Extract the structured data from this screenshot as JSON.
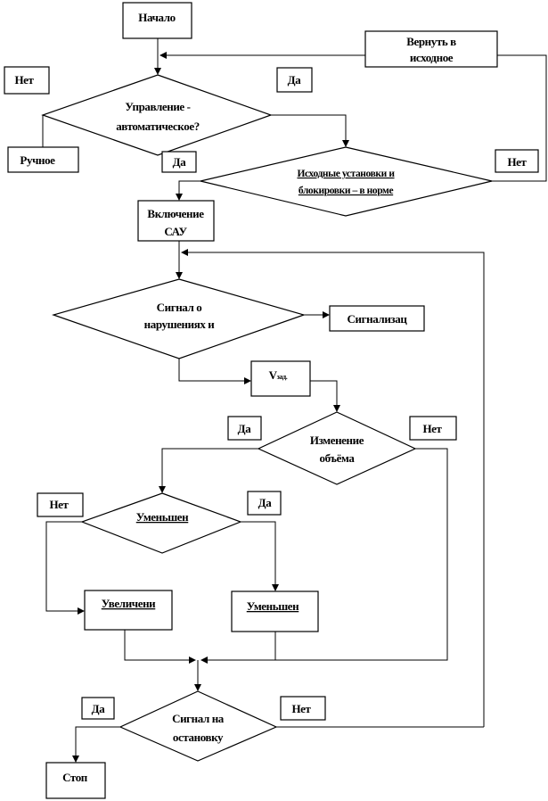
{
  "nodes": {
    "start": "Начало",
    "return": [
      "Вернуть в",
      "исходное"
    ],
    "q_auto": [
      "Управление -",
      "автоматическое?"
    ],
    "manual": "Ручное",
    "q_initial": [
      "Исходные установки и",
      "блокировки – в норме"
    ],
    "enable": [
      "Включение",
      "САУ"
    ],
    "q_signal": [
      "Сигнал о",
      "нарушениях и"
    ],
    "alarm": "Сигнализац",
    "v_set": {
      "main": "V",
      "sub": "зад."
    },
    "q_volume": [
      "Изменение",
      "объёма"
    ],
    "q_decrease": "Уменьшен",
    "increase": "Увеличени",
    "decrease": "Уменьшен",
    "q_stop": [
      "Сигнал на",
      "остановку"
    ],
    "stop": "Стоп"
  },
  "labels": {
    "yes": "Да",
    "no": "Нет"
  }
}
